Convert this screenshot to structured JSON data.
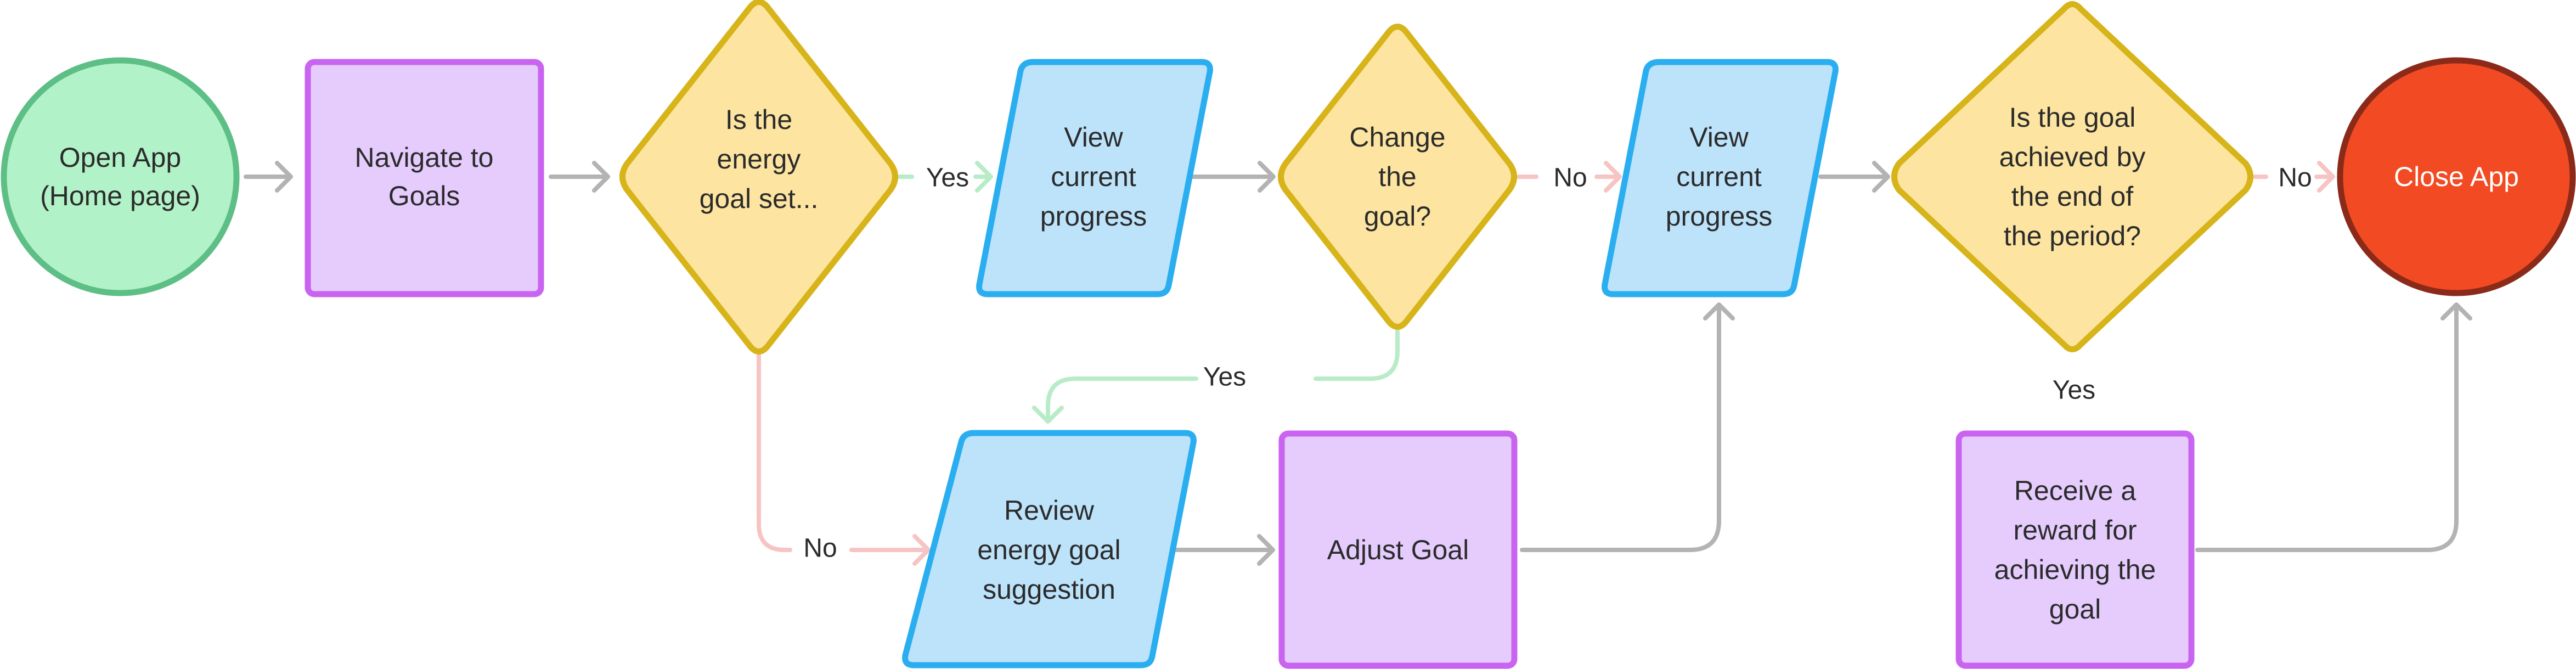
{
  "colors": {
    "start_fill": "#b2f2c8",
    "start_stroke": "#5dbf85",
    "process_fill": "#e5ccfd",
    "process_stroke": "#c964f0",
    "decision_fill": "#fde5a1",
    "decision_stroke": "#d6b41a",
    "io_fill": "#bde3fb",
    "io_stroke": "#2aaef0",
    "end_fill": "#f24b23",
    "end_stroke": "#8c2a1a",
    "arrow_gray": "#b3b3b3",
    "arrow_green": "#b8ecc8",
    "arrow_red": "#f7c4c4"
  },
  "nodes": {
    "open_app": {
      "lines": [
        "Open App",
        "(Home page)"
      ]
    },
    "navigate_goals": {
      "lines": [
        "Navigate to",
        "Goals"
      ]
    },
    "energy_goal_set": {
      "lines": [
        "Is the",
        "energy",
        "goal set..."
      ]
    },
    "view_progress_1": {
      "lines": [
        "View",
        "current",
        "progress"
      ]
    },
    "change_goal": {
      "lines": [
        "Change",
        "the",
        "goal?"
      ]
    },
    "view_progress_2": {
      "lines": [
        "View",
        "current",
        "progress"
      ]
    },
    "goal_achieved": {
      "lines": [
        "Is the goal",
        "achieved by",
        "the end of",
        "the period?"
      ]
    },
    "close_app": {
      "lines": [
        "Close App"
      ]
    },
    "review_suggestion": {
      "lines": [
        "Review",
        "energy goal",
        "suggestion"
      ]
    },
    "adjust_goal": {
      "lines": [
        "Adjust Goal"
      ]
    },
    "receive_reward": {
      "lines": [
        "Receive a",
        "reward for",
        "achieving the",
        "goal"
      ]
    }
  },
  "edge_labels": {
    "yes_goal_set": "Yes",
    "no_goal_set": "No",
    "yes_change": "Yes",
    "no_change": "No",
    "no_achieved": "No",
    "yes_achieved": "Yes"
  }
}
